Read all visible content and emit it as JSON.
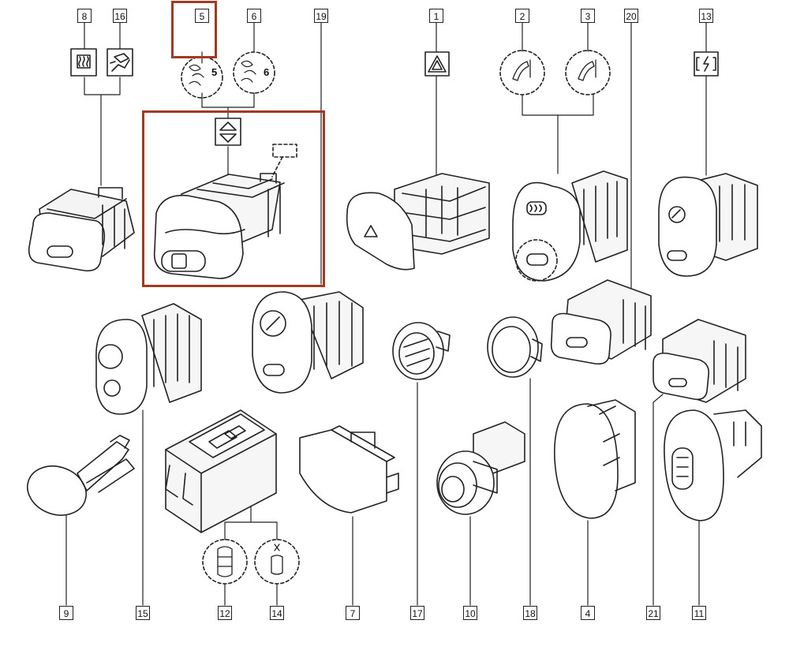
{
  "highlight_color": "#a13a22",
  "callouts": {
    "c1": "1",
    "c2": "2",
    "c3": "3",
    "c4": "4",
    "c5": "5",
    "c6": "6",
    "c7": "7",
    "c8": "8",
    "c9": "9",
    "c10": "10",
    "c11": "11",
    "c12": "12",
    "c13": "13",
    "c14": "14",
    "c15": "15",
    "c16": "16",
    "c17": "17",
    "c18": "18",
    "c19": "19",
    "c20": "20",
    "c21": "21"
  },
  "icon_labels": {
    "five": "5",
    "six": "6"
  },
  "icons": [
    "heated-rear-window-icon",
    "hazard-warning-icon",
    "window-up-down-icon",
    "door-lock-icon",
    "mirror-defrost-icon",
    "seat-heater-icon",
    "car-top-view-icon"
  ]
}
